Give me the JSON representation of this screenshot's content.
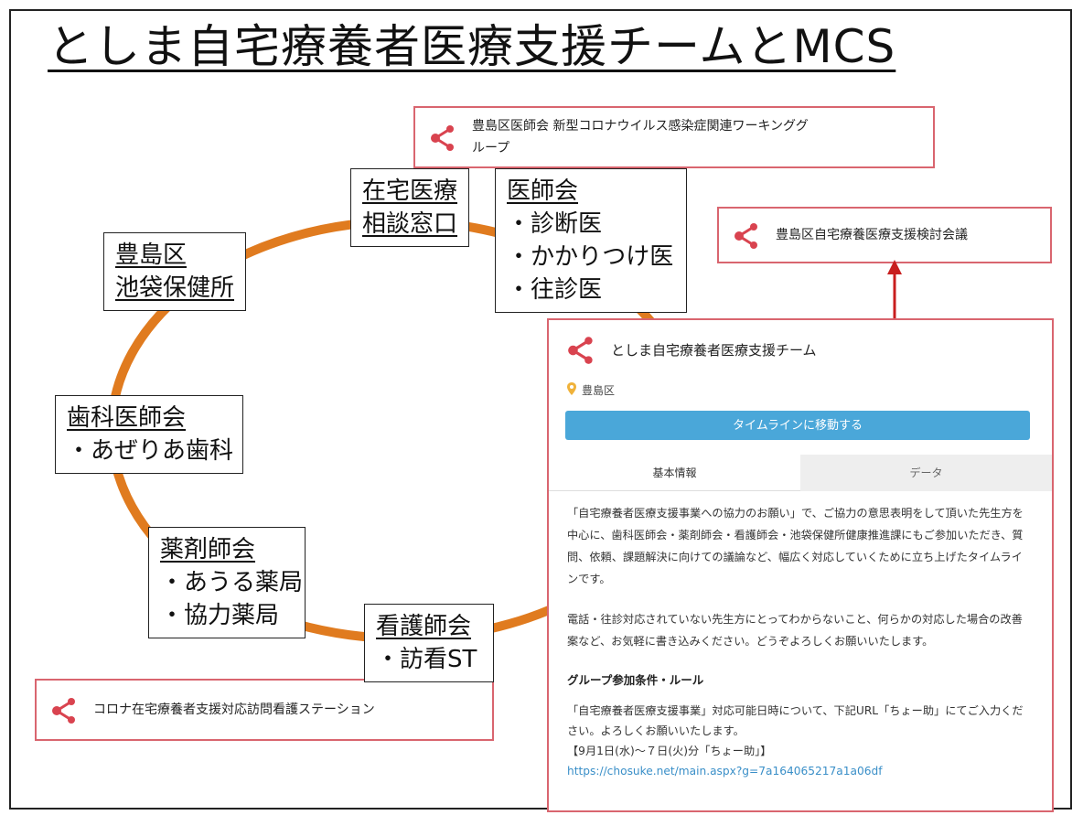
{
  "title": "としま自宅療養者医療支援チームとMCS",
  "colors": {
    "ring": "#e07b1f",
    "card_border": "#d9656f",
    "arrow": "#c81e1e",
    "button": "#4aa7d9",
    "logo": "#d9434f"
  },
  "cards": {
    "working_group": {
      "line1": "豊島区医師会 新型コロナウイルス感染症関連ワーキンググ",
      "line2": "ループ"
    },
    "council": {
      "label": "豊島区自宅療養医療支援検討会議"
    },
    "nursing_station": {
      "label": "コロナ在宅療養者支援対応訪問看護ステーション"
    }
  },
  "nodes": {
    "zaitaku": {
      "line1": "在宅医療",
      "line2": "相談窓口"
    },
    "ishikai": {
      "head": "医師会",
      "items": [
        "・診断医",
        "・かかりつけ医",
        "・往診医"
      ]
    },
    "hokenjo": {
      "line1": "豊島区",
      "line2": "池袋保健所"
    },
    "shika": {
      "head": "歯科医師会",
      "items": [
        "・あぜりあ歯科"
      ]
    },
    "yakuzai": {
      "head": "薬剤師会",
      "items": [
        "・あうる薬局",
        "・協力薬局"
      ]
    },
    "kango": {
      "head": "看護師会",
      "items": [
        "・訪看ST"
      ]
    }
  },
  "panel": {
    "team_name": "としま自宅療養者医療支援チーム",
    "location": "豊島区",
    "timeline_button": "タイムラインに移動する",
    "tabs": [
      "基本情報",
      "データ"
    ],
    "description": [
      "「自宅療養者医療支援事業への協力のお願い」で、ご協力の意思表明をして頂いた先生方を中心に、歯科医師会・薬剤師会・看護師会・池袋保健所健康推進課にもご参加いただき、質問、依頼、課題解決に向けての議論など、幅広く対応していくために立ち上げたタイムラインです。",
      "電話・往診対応されていない先生方にとってわからないこと、何らかの対応した場合の改善案など、お気軽に書き込みください。どうぞよろしくお願いいたします。"
    ],
    "rules_heading": "グループ参加条件・ルール",
    "rules_text": "「自宅療養者医療支援事業」対応可能日時について、下記URL「ちょー助」にてご入力ください。よろしくお願いいたします。",
    "rules_period": "【9月1日(水)～７日(火)分「ちょー助」】",
    "rules_url": "https://chosuke.net/main.aspx?g=7a164065217a1a06df"
  }
}
